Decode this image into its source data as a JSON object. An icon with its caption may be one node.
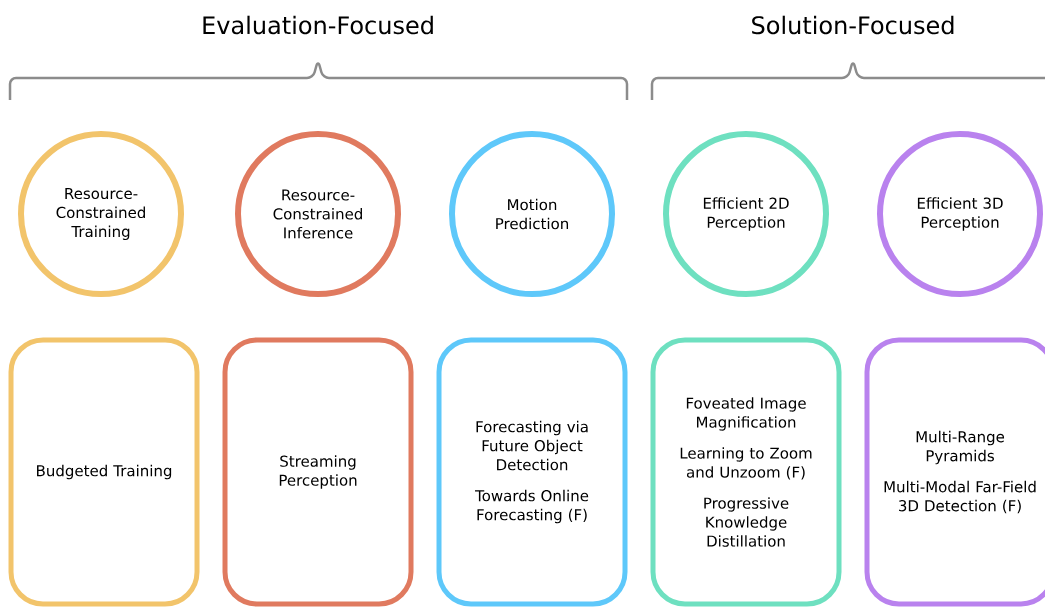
{
  "diagram": {
    "nodes": [
      {
        "text": [
          "Resource-Constrained Training"
        ]
      },
      {
        "text": [
          "Resource-Constrained Inference"
        ]
      },
      {
        "text": [
          "Motion Prediction"
        ]
      },
      {
        "text": [
          "Efficient 2D Perception"
        ]
      },
      {
        "text": [
          "Efficient 3D Perception"
        ]
      },
      {
        "text": [
          "Budgeted Training"
        ]
      },
      {
        "text": [
          "Streaming Perception"
        ]
      },
      {
        "text": [
          "Forecasting via Future Object Detection",
          "Towards Online Forecasting (F)"
        ]
      },
      {
        "text": [
          "Foveated Image Magnification",
          "Learning to Zoom and Unzoom (F)",
          "Progressive Knowledge Distillation"
        ]
      },
      {
        "text": [
          "Multi-Range Pyramids",
          "Multi-Modal Far-Field 3D Detection (F)"
        ]
      }
    ],
    "labels": [
      "Evaluation-Focused",
      "Solution-Focused"
    ]
  }
}
